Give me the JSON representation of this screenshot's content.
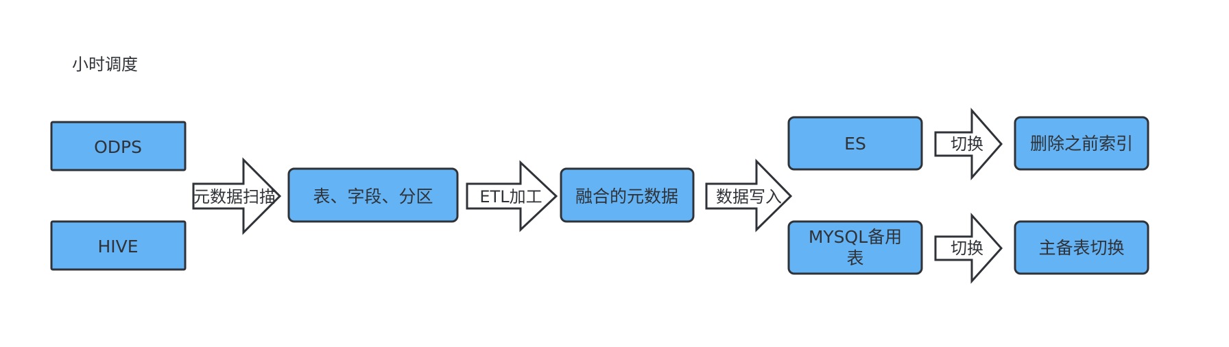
{
  "title": "小时调度",
  "sources": [
    {
      "label": "ODPS"
    },
    {
      "label": "HIVE"
    }
  ],
  "arrows": [
    {
      "label": "元数据扫描"
    },
    {
      "label": "ETL加工"
    },
    {
      "label": "数据写入"
    },
    {
      "label": "切换"
    },
    {
      "label": "切换"
    }
  ],
  "nodes": {
    "table_field_partition": "表、字段、分区",
    "merged_metadata": "融合的元数据",
    "es": "ES",
    "mysql_backup_line1": "MYSQL备用",
    "mysql_backup_line2": "表",
    "delete_old_index": "删除之前索引",
    "switch_primary_backup": "主备表切换"
  },
  "colors": {
    "box_fill": "#64b3f4",
    "stroke": "#2f3237",
    "arrow_fill": "#ffffff",
    "text": "#2f3237"
  }
}
